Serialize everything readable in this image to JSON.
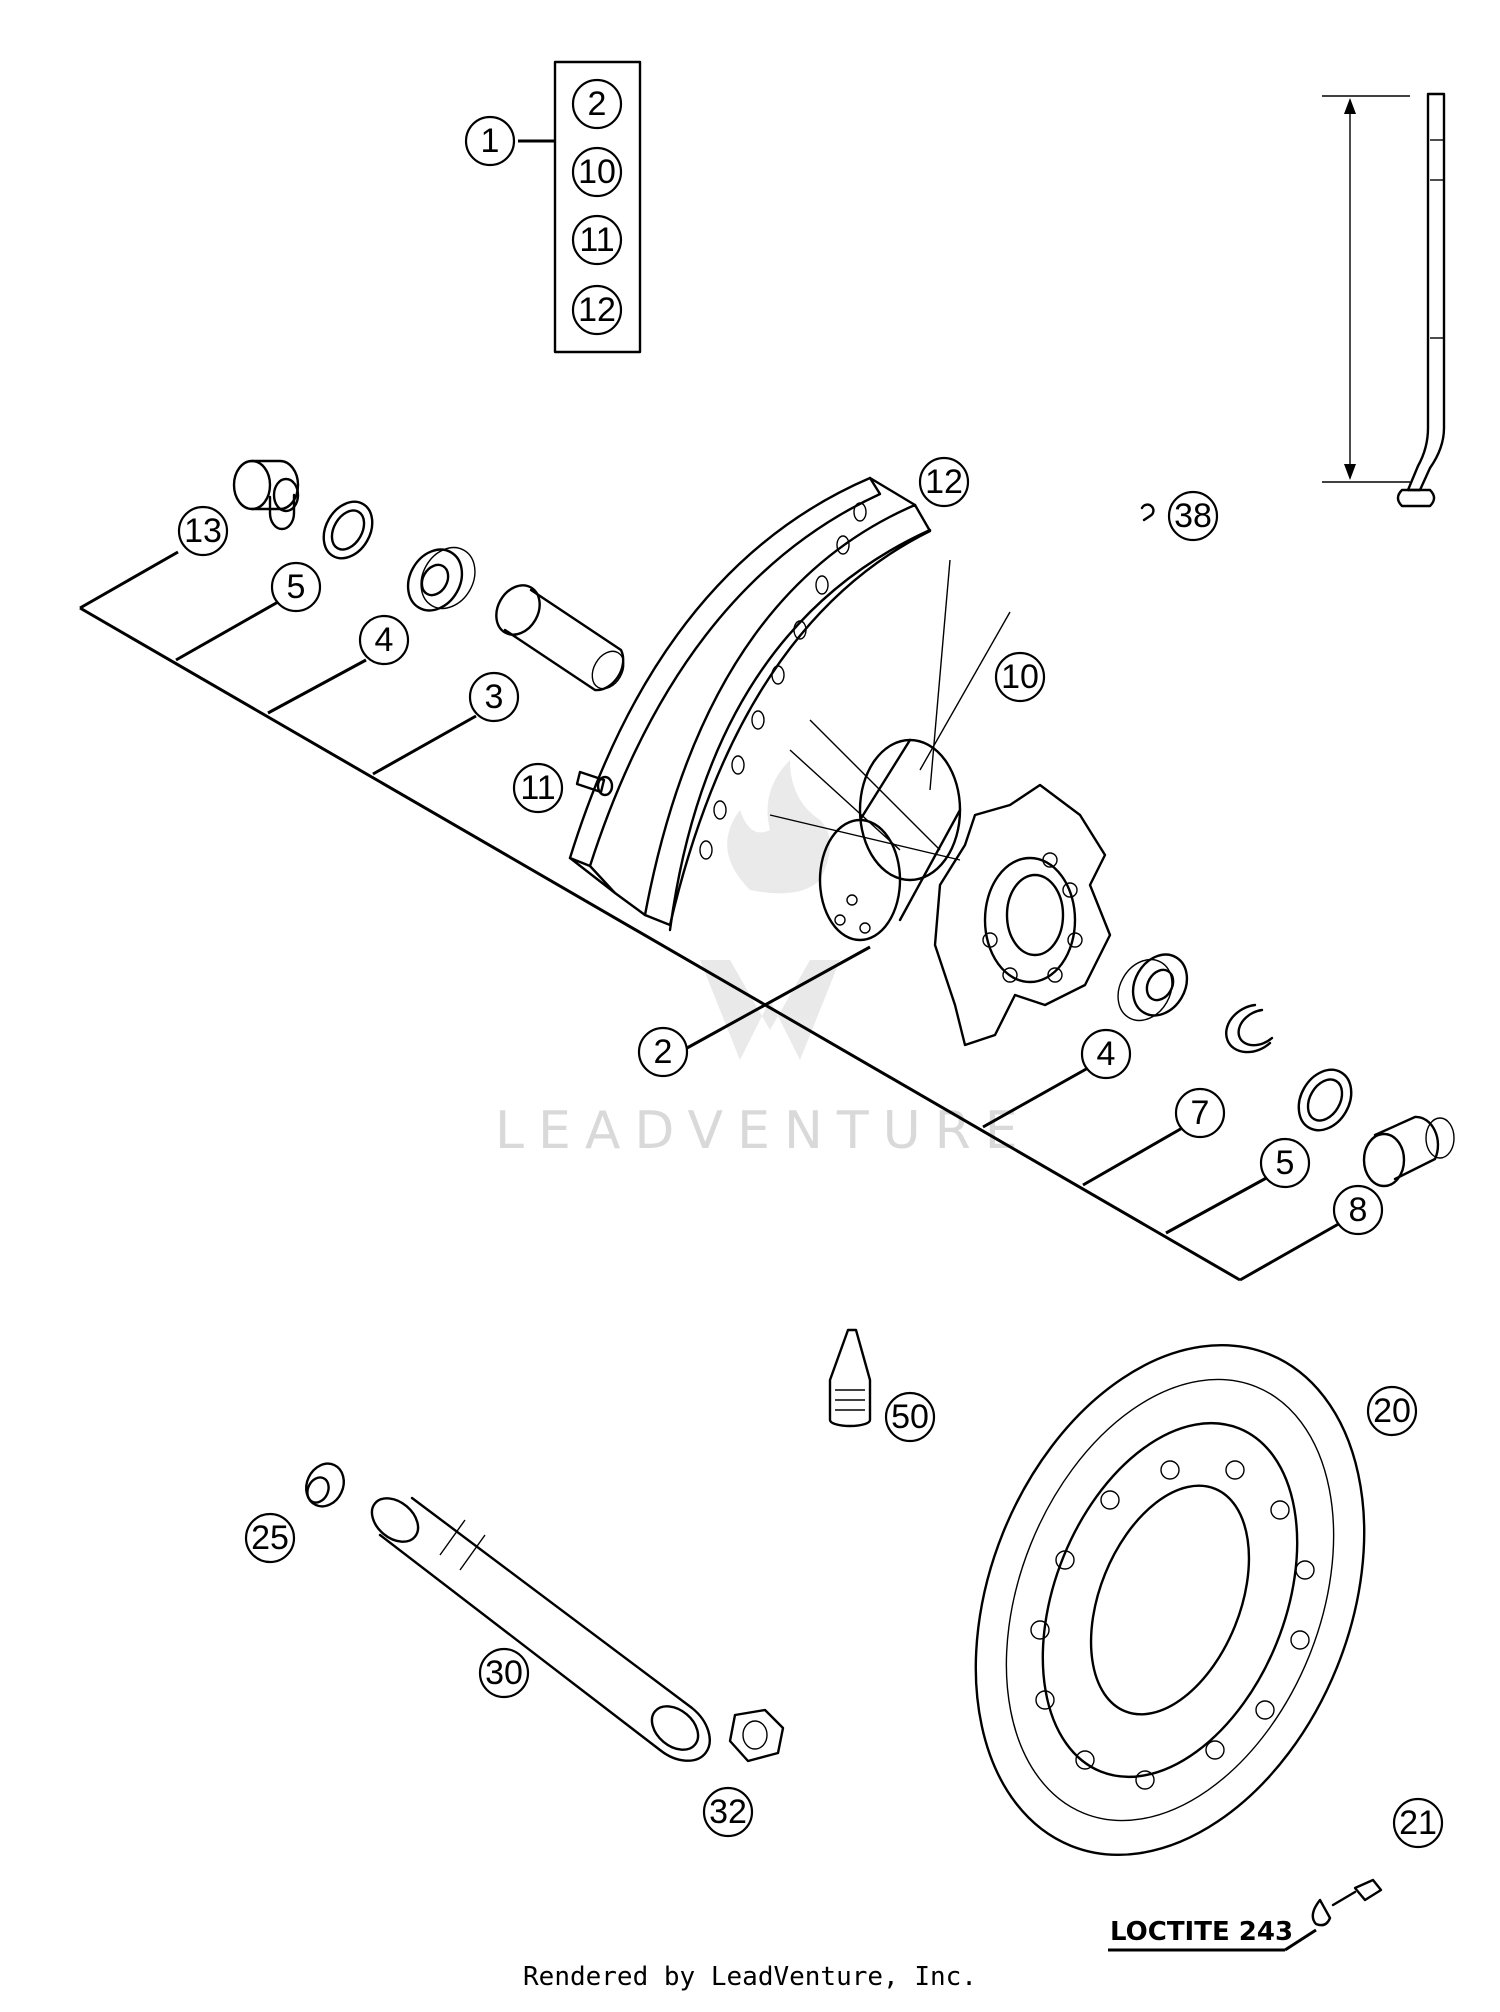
{
  "diagram": {
    "watermark": "LEADVENTURE",
    "footer": "Rendered by LeadVenture, Inc.",
    "loctite_label": "LOCTITE 243",
    "kit_group": {
      "label": "1",
      "contents": [
        "2",
        "10",
        "11",
        "12"
      ]
    },
    "callouts": {
      "c2_hub": "2",
      "c3_spacer": "3",
      "c4_left": "4",
      "c4_right": "4",
      "c5_left": "5",
      "c5_right": "5",
      "c7": "7",
      "c8": "8",
      "c10": "10",
      "c11": "11",
      "c12": "12",
      "c13": "13",
      "c20": "20",
      "c21": "21",
      "c25": "25",
      "c30": "30",
      "c32": "32",
      "c38": "38",
      "c50": "50"
    }
  }
}
